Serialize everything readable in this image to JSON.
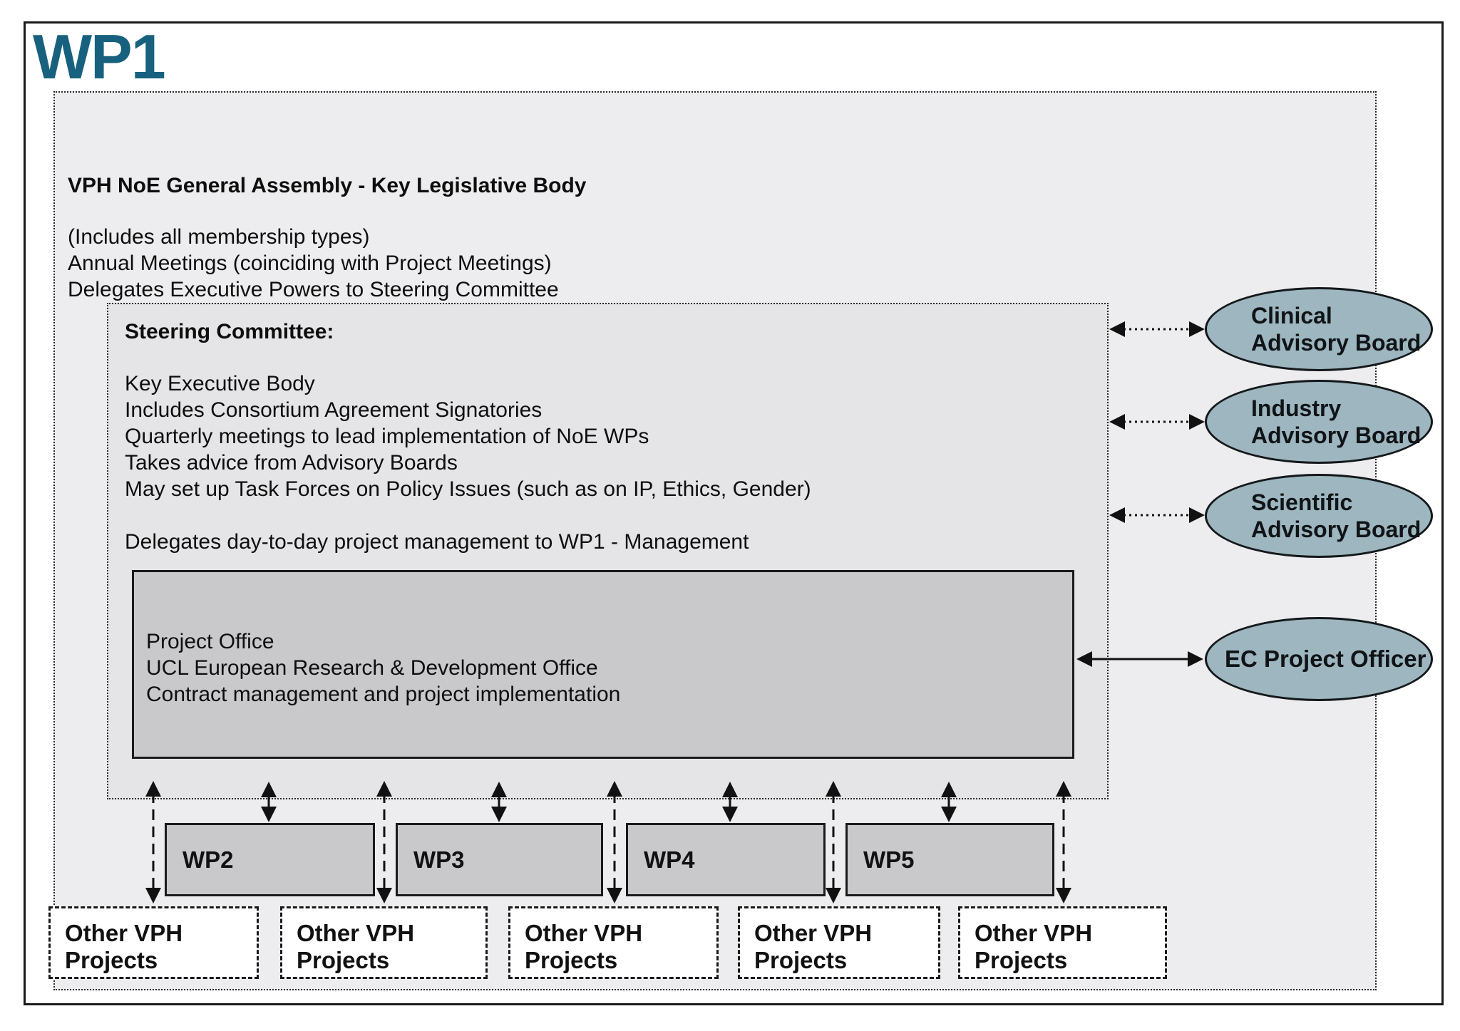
{
  "title": "WP1",
  "colors": {
    "title_accent": "#17617e",
    "assembly_fill": "#ededef",
    "steering_fill": "#e5e5e7",
    "office_fill": "#c9c9cc",
    "ellipse_fill": "#9db6bf",
    "line_color": "#111111"
  },
  "general_assembly": {
    "title": "VPH NoE General Assembly - Key Legislative Body",
    "lines": [
      "(Includes all membership types)",
      "Annual Meetings (coinciding with Project Meetings)",
      "Delegates Executive Powers to Steering Committee"
    ]
  },
  "steering_committee": {
    "title": "Steering Committee:",
    "lines": [
      "Key Executive Body",
      "Includes Consortium Agreement Signatories",
      "Quarterly meetings to lead implementation of NoE WPs",
      "Takes advice from Advisory Boards",
      "May set up Task Forces on Policy Issues (such as on IP, Ethics, Gender)"
    ],
    "delegates_line": "Delegates day-to-day project management to WP1 - Management"
  },
  "project_office": {
    "lines": [
      "Project Office",
      "UCL European Research & Development Office",
      "Contract management and project implementation"
    ]
  },
  "advisory_boards": [
    {
      "line1": "Clinical",
      "line2": "Advisory Board"
    },
    {
      "line1": "Industry",
      "line2": "Advisory Board"
    },
    {
      "line1": "Scientific",
      "line2": "Advisory Board"
    }
  ],
  "ec_project_officer": {
    "label": "EC Project Officer"
  },
  "work_packages": [
    {
      "label": "WP2"
    },
    {
      "label": "WP3"
    },
    {
      "label": "WP4"
    },
    {
      "label": "WP5"
    }
  ],
  "other_vph_projects": [
    {
      "line1": "Other VPH",
      "line2": "Projects"
    },
    {
      "line1": "Other VPH",
      "line2": "Projects"
    },
    {
      "line1": "Other VPH",
      "line2": "Projects"
    },
    {
      "line1": "Other VPH",
      "line2": "Projects"
    },
    {
      "line1": "Other VPH",
      "line2": "Projects"
    }
  ]
}
